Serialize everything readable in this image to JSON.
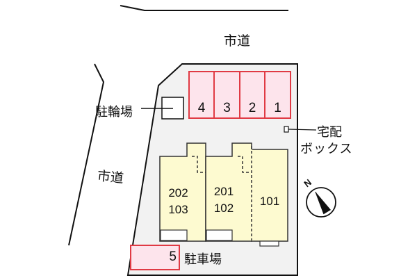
{
  "colors": {
    "lot_fill": "#f2f2f2",
    "parking_fill": "#fde4ec",
    "parking_stroke": "#e03a44",
    "building_fill": "#fdfad0",
    "line": "#111111"
  },
  "roads": {
    "top_label": "市道",
    "left_label": "市道"
  },
  "bicycle_parking": {
    "label": "駐輪場"
  },
  "delivery_box": {
    "label_line1": "宅配",
    "label_line2": "ボックス"
  },
  "parking_spaces": [
    {
      "number": "4"
    },
    {
      "number": "3"
    },
    {
      "number": "2"
    },
    {
      "number": "1"
    }
  ],
  "parking_lot": {
    "number": "5",
    "label": "駐車場"
  },
  "units": {
    "left": {
      "line1": "202",
      "line2": "103"
    },
    "middle": {
      "line1": "201",
      "line2": "102"
    },
    "right": {
      "line1": "101"
    }
  },
  "compass": {
    "north_label": "N"
  }
}
